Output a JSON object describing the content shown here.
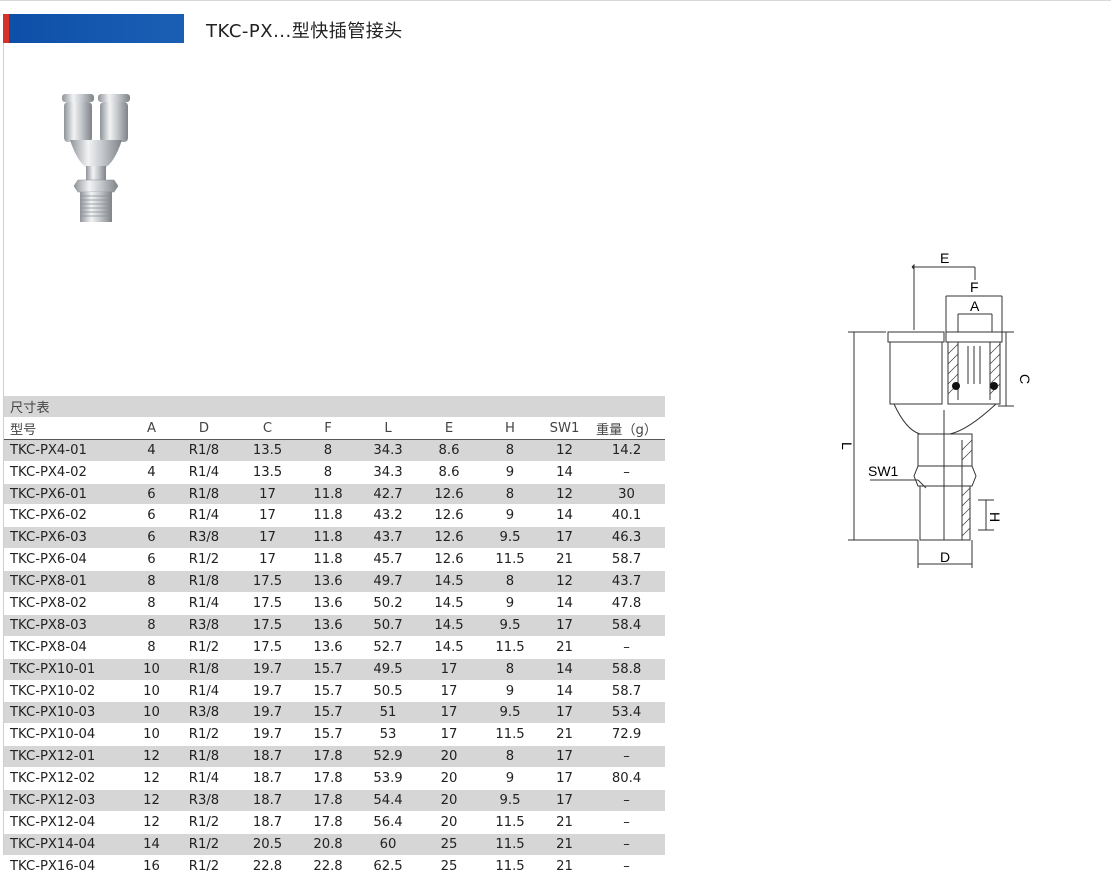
{
  "header": {
    "title": "TKC-PX...型快插管接头"
  },
  "colors": {
    "header_blue": "#1556ad",
    "header_red": "#d7322a",
    "row_shade": "#d6d6d6"
  },
  "table": {
    "caption": "尺寸表",
    "columns": [
      "型号",
      "A",
      "D",
      "C",
      "F",
      "L",
      "E",
      "H",
      "SW1",
      "重量（g）"
    ],
    "rows": [
      [
        "TKC-PX4-01",
        "4",
        "R1/8",
        "13.5",
        "8",
        "34.3",
        "8.6",
        "8",
        "12",
        "14.2"
      ],
      [
        "TKC-PX4-02",
        "4",
        "R1/4",
        "13.5",
        "8",
        "34.3",
        "8.6",
        "9",
        "14",
        "–"
      ],
      [
        "TKC-PX6-01",
        "6",
        "R1/8",
        "17",
        "11.8",
        "42.7",
        "12.6",
        "8",
        "12",
        "30"
      ],
      [
        "TKC-PX6-02",
        "6",
        "R1/4",
        "17",
        "11.8",
        "43.2",
        "12.6",
        "9",
        "14",
        "40.1"
      ],
      [
        "TKC-PX6-03",
        "6",
        "R3/8",
        "17",
        "11.8",
        "43.7",
        "12.6",
        "9.5",
        "17",
        "46.3"
      ],
      [
        "TKC-PX6-04",
        "6",
        "R1/2",
        "17",
        "11.8",
        "45.7",
        "12.6",
        "11.5",
        "21",
        "58.7"
      ],
      [
        "TKC-PX8-01",
        "8",
        "R1/8",
        "17.5",
        "13.6",
        "49.7",
        "14.5",
        "8",
        "12",
        "43.7"
      ],
      [
        "TKC-PX8-02",
        "8",
        "R1/4",
        "17.5",
        "13.6",
        "50.2",
        "14.5",
        "9",
        "14",
        "47.8"
      ],
      [
        "TKC-PX8-03",
        "8",
        "R3/8",
        "17.5",
        "13.6",
        "50.7",
        "14.5",
        "9.5",
        "17",
        "58.4"
      ],
      [
        "TKC-PX8-04",
        "8",
        "R1/2",
        "17.5",
        "13.6",
        "52.7",
        "14.5",
        "11.5",
        "21",
        "–"
      ],
      [
        "TKC-PX10-01",
        "10",
        "R1/8",
        "19.7",
        "15.7",
        "49.5",
        "17",
        "8",
        "14",
        "58.8"
      ],
      [
        "TKC-PX10-02",
        "10",
        "R1/4",
        "19.7",
        "15.7",
        "50.5",
        "17",
        "9",
        "14",
        "58.7"
      ],
      [
        "TKC-PX10-03",
        "10",
        "R3/8",
        "19.7",
        "15.7",
        "51",
        "17",
        "9.5",
        "17",
        "53.4"
      ],
      [
        "TKC-PX10-04",
        "10",
        "R1/2",
        "19.7",
        "15.7",
        "53",
        "17",
        "11.5",
        "21",
        "72.9"
      ],
      [
        "TKC-PX12-01",
        "12",
        "R1/8",
        "18.7",
        "17.8",
        "52.9",
        "20",
        "8",
        "17",
        "–"
      ],
      [
        "TKC-PX12-02",
        "12",
        "R1/4",
        "18.7",
        "17.8",
        "53.9",
        "20",
        "9",
        "17",
        "80.4"
      ],
      [
        "TKC-PX12-03",
        "12",
        "R3/8",
        "18.7",
        "17.8",
        "54.4",
        "20",
        "9.5",
        "17",
        "–"
      ],
      [
        "TKC-PX12-04",
        "12",
        "R1/2",
        "18.7",
        "17.8",
        "56.4",
        "20",
        "11.5",
        "21",
        "–"
      ],
      [
        "TKC-PX14-04",
        "14",
        "R1/2",
        "20.5",
        "20.8",
        "60",
        "25",
        "11.5",
        "21",
        "–"
      ],
      [
        "TKC-PX16-04",
        "16",
        "R1/2",
        "22.8",
        "22.8",
        "62.5",
        "25",
        "11.5",
        "21",
        "–"
      ]
    ]
  },
  "drawing": {
    "labels": {
      "E": "E",
      "F": "F",
      "A": "A",
      "C": "C",
      "L": "L",
      "SW1": "SW1",
      "H": "H",
      "D": "D"
    }
  },
  "icons": {
    "photo": "push-in-y-fitting-photo",
    "drawing": "technical-section-drawing"
  }
}
